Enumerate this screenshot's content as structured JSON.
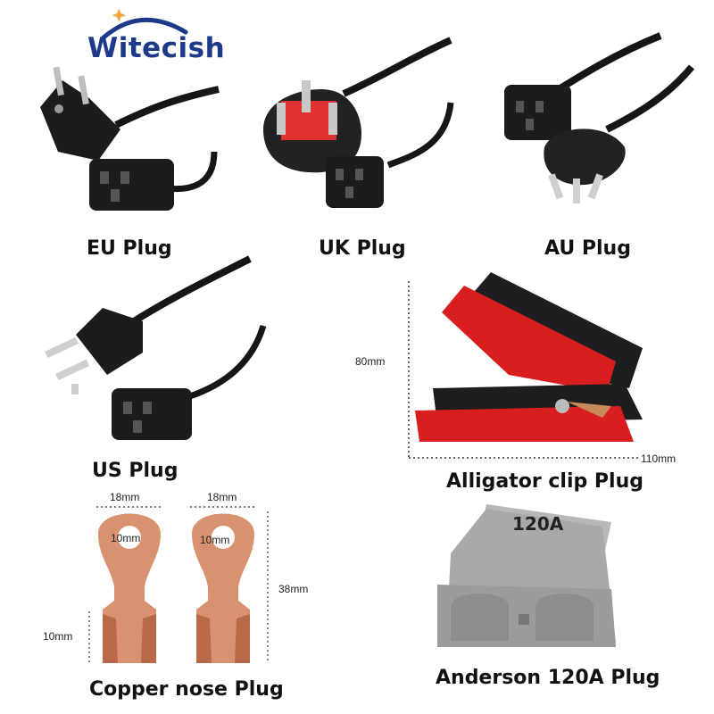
{
  "brand": {
    "name": "Witecish",
    "color": "#1d3a8a",
    "accent": "#f2a23a"
  },
  "plugs": {
    "eu": "EU Plug",
    "uk": "UK Plug",
    "au": "AU Plug",
    "us": "US Plug",
    "alligator": "Alligator clip Plug",
    "copper": "Copper nose Plug",
    "anderson": "Anderson 120A Plug"
  },
  "dimensions": {
    "alligator_height": "80mm",
    "alligator_width": "110mm",
    "copper_width_left": "18mm",
    "copper_width_right": "18mm",
    "copper_hole_left": "10mm",
    "copper_hole_right": "10mm",
    "copper_length": "38mm",
    "copper_base": "10mm"
  },
  "anderson_rating": "120A",
  "colors": {
    "cable": "#161616",
    "clip_red": "#d81e1e",
    "copper": "#d9926f",
    "anderson_grey": "#a9a9a9"
  }
}
